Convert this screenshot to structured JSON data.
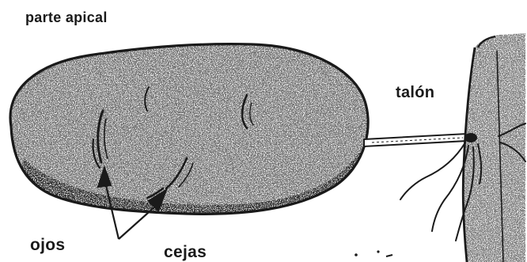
{
  "labels": {
    "apical": "parte apical",
    "talon": "talón",
    "ojos": "ojos",
    "cejas": "cejas"
  },
  "colors": {
    "ink": "#1a1a1a",
    "background": "#ffffff"
  }
}
